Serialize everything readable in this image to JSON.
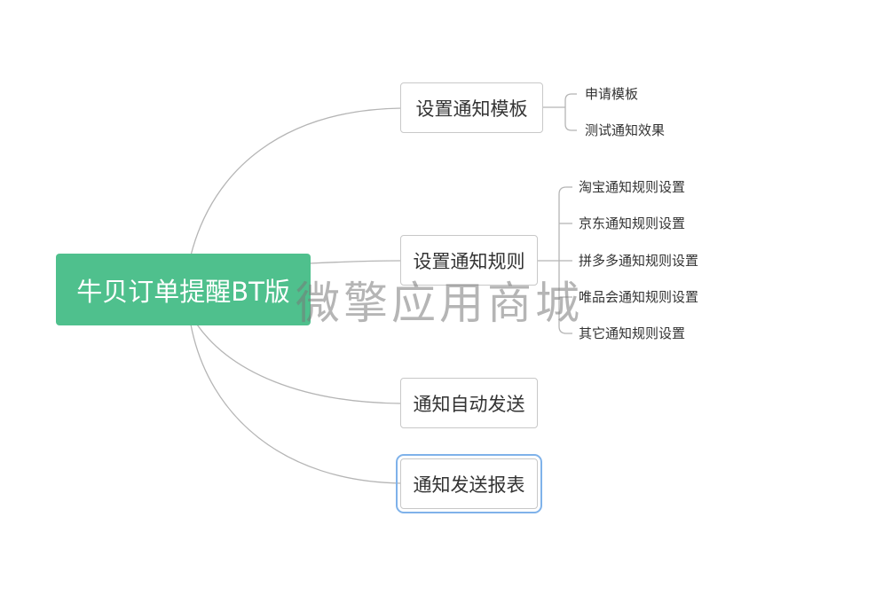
{
  "mindmap": {
    "root": {
      "label": "牛贝订单提醒BT版"
    },
    "branches": [
      {
        "label": "设置通知模板",
        "selected": false,
        "children": [
          "申请模板",
          "测试通知效果"
        ]
      },
      {
        "label": "设置通知规则",
        "selected": false,
        "children": [
          "淘宝通知规则设置",
          "京东通知规则设置",
          "拼多多通知规则设置",
          "唯品会通知规则设置",
          "其它通知规则设置"
        ]
      },
      {
        "label": "通知自动发送",
        "selected": false,
        "children": []
      },
      {
        "label": "通知发送报表",
        "selected": true,
        "children": []
      }
    ]
  },
  "watermark": "微擎应用商城",
  "colors": {
    "root_fill": "#4fc08d",
    "connector": "#b5b5b5",
    "selection": "#7fb2ea"
  }
}
